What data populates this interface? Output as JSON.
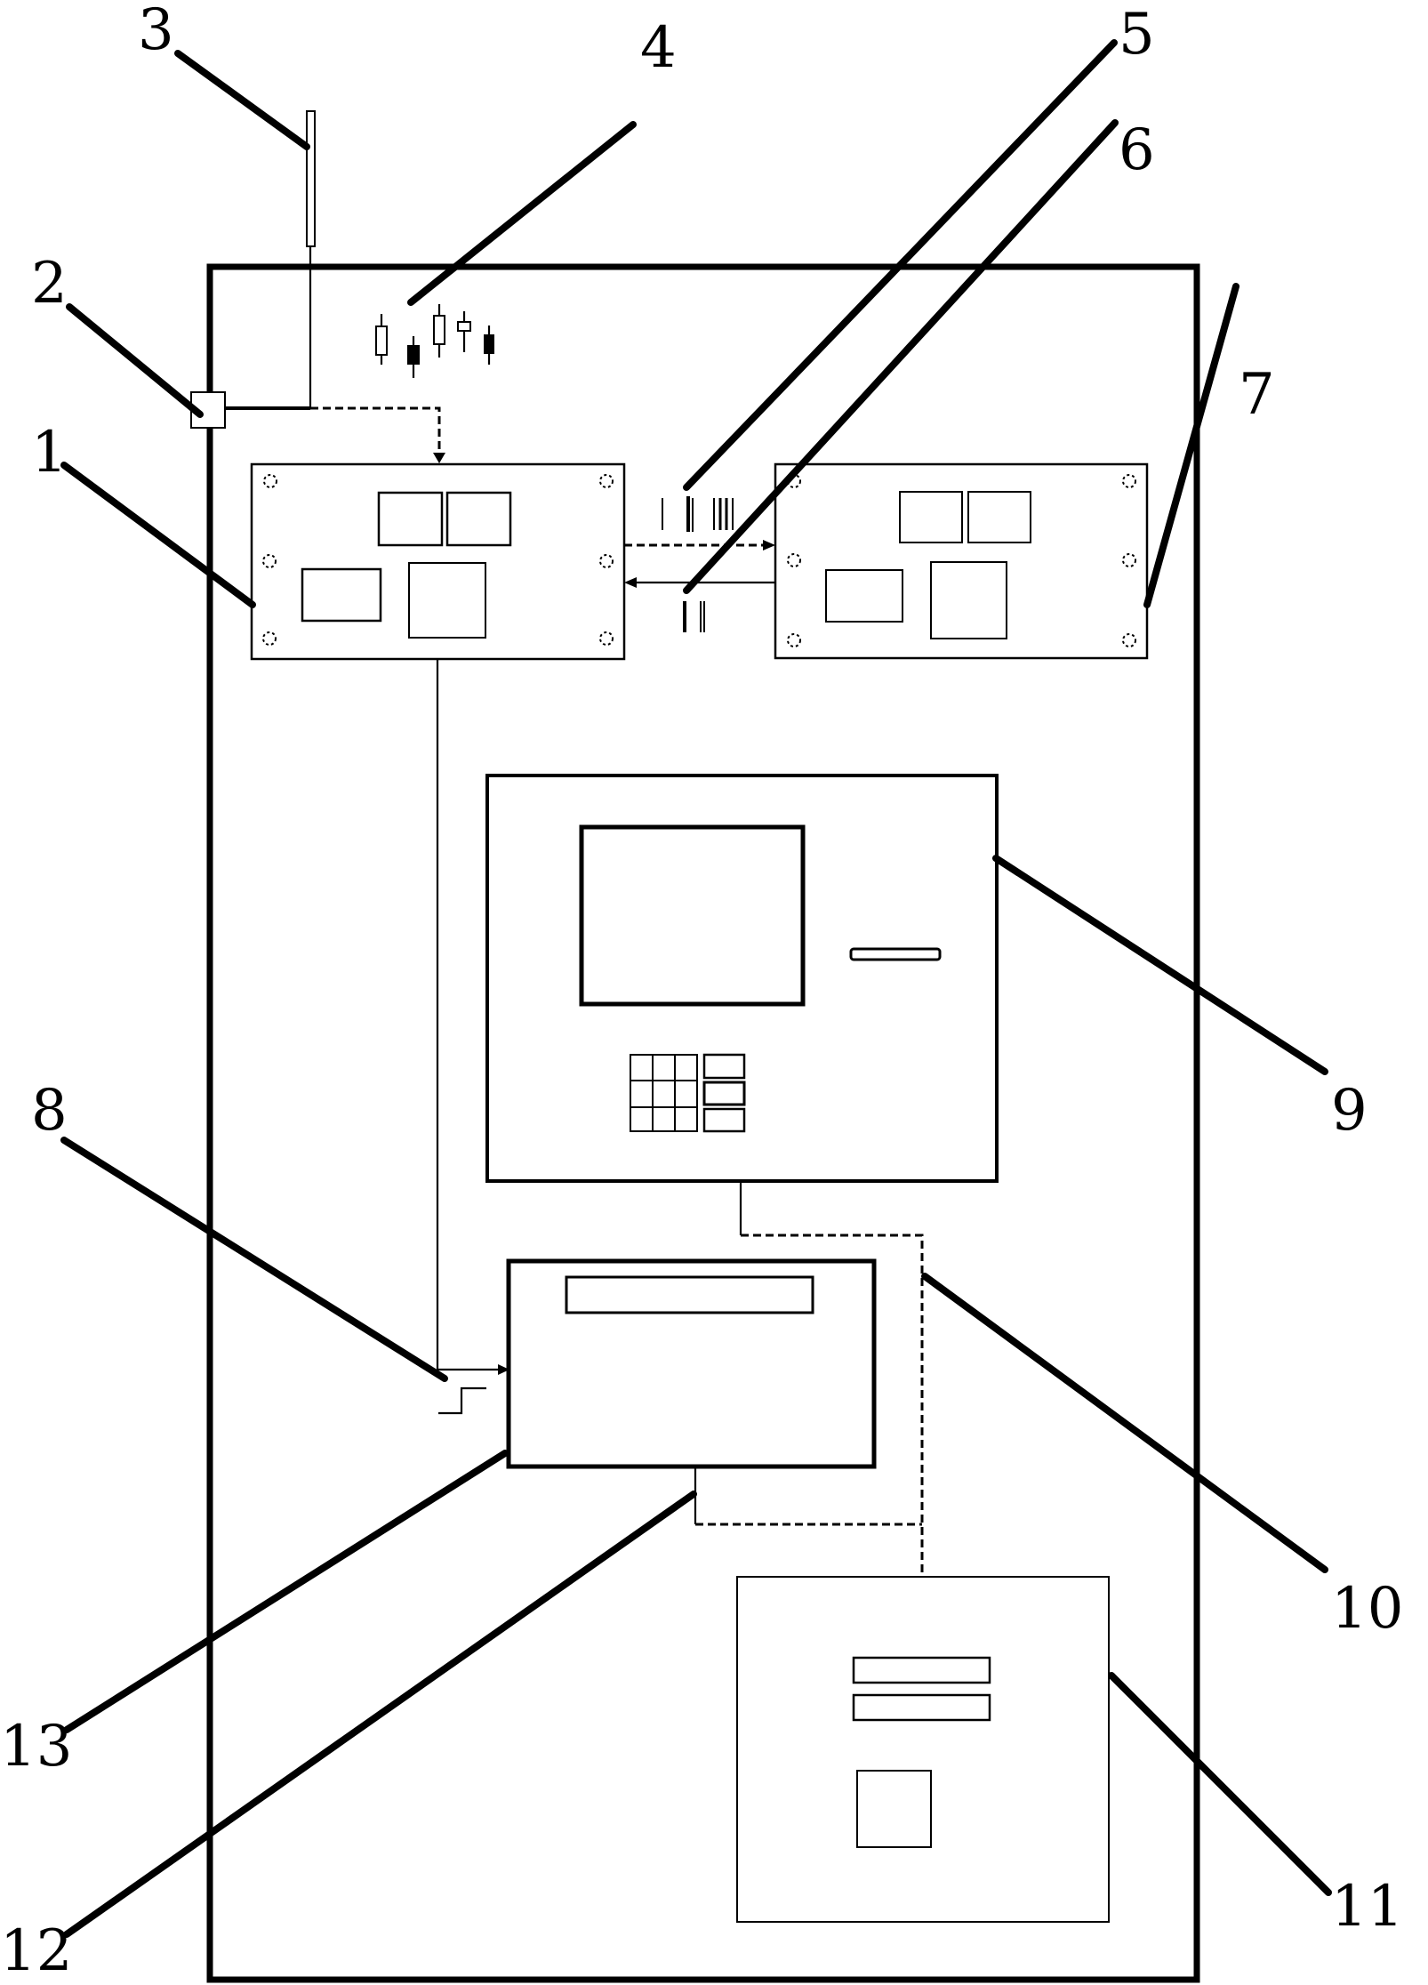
{
  "figure": {
    "type": "patent-schematic",
    "description": "Cabinet housing with antenna, two circuit boards, operator terminal, controller and power unit"
  },
  "labels": [
    {
      "id": "1",
      "text": "1",
      "refers_to": "first-circuit-board"
    },
    {
      "id": "2",
      "text": "2",
      "refers_to": "connector-box"
    },
    {
      "id": "3",
      "text": "3",
      "refers_to": "antenna"
    },
    {
      "id": "4",
      "text": "4",
      "refers_to": "candlestick-signal-indicator"
    },
    {
      "id": "5",
      "text": "5",
      "refers_to": "forward-signal-bars"
    },
    {
      "id": "6",
      "text": "6",
      "refers_to": "return-signal-bars"
    },
    {
      "id": "7",
      "text": "7",
      "refers_to": "second-circuit-board"
    },
    {
      "id": "8",
      "text": "8",
      "refers_to": "step-signal"
    },
    {
      "id": "9",
      "text": "9",
      "refers_to": "terminal-unit"
    },
    {
      "id": "10",
      "text": "10",
      "refers_to": "dashed-connection"
    },
    {
      "id": "11",
      "text": "11",
      "refers_to": "power-unit"
    },
    {
      "id": "12",
      "text": "12",
      "refers_to": "controller-output-line"
    },
    {
      "id": "13",
      "text": "13",
      "refers_to": "controller-unit"
    }
  ],
  "colors": {
    "ink": "#000000",
    "paper": "#ffffff"
  }
}
